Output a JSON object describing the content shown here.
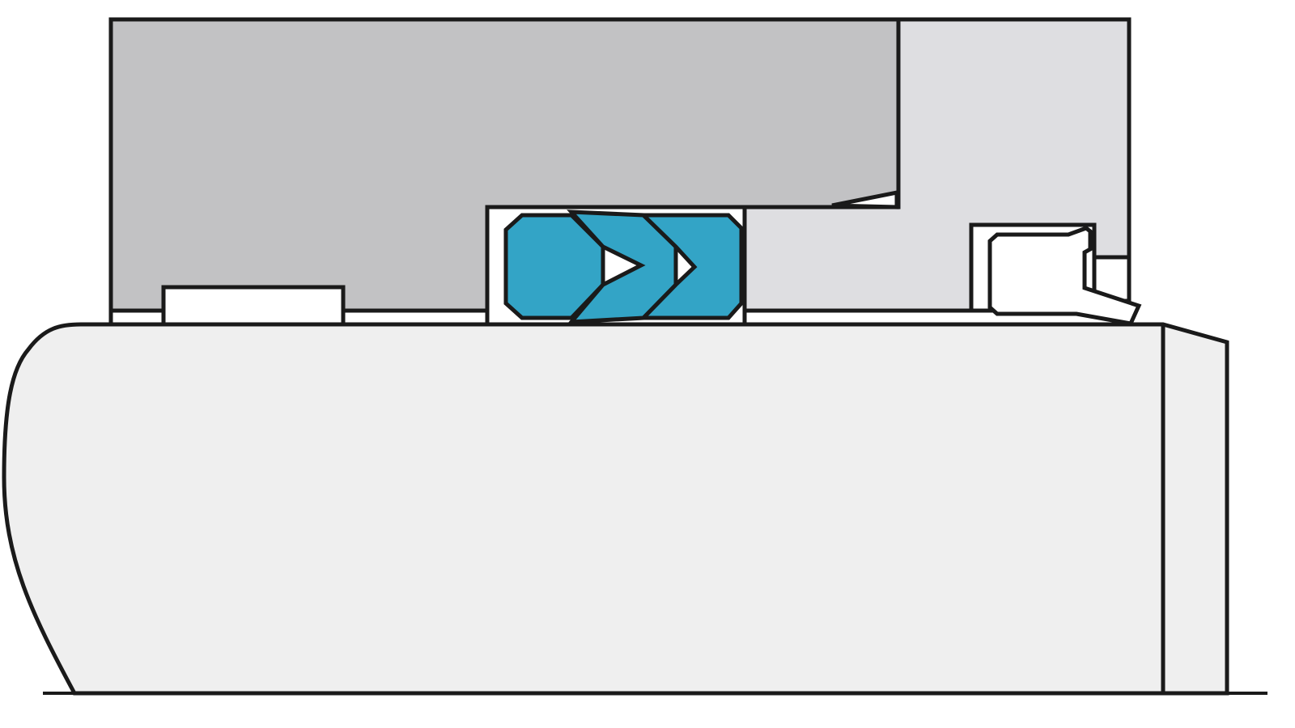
{
  "diagram": {
    "type": "seal-cross-section",
    "colors": {
      "housing_dark": "#c2c2c4",
      "housing_light": "#dedee1",
      "shaft": "#efefef",
      "seal": "#33a4c6",
      "outline": "#1a1a1a",
      "background": "#ffffff"
    },
    "parts": [
      "housing",
      "gland",
      "shaft",
      "v-ring-seal-stack",
      "wiper",
      "guide-ring-groove",
      "centerline"
    ]
  }
}
